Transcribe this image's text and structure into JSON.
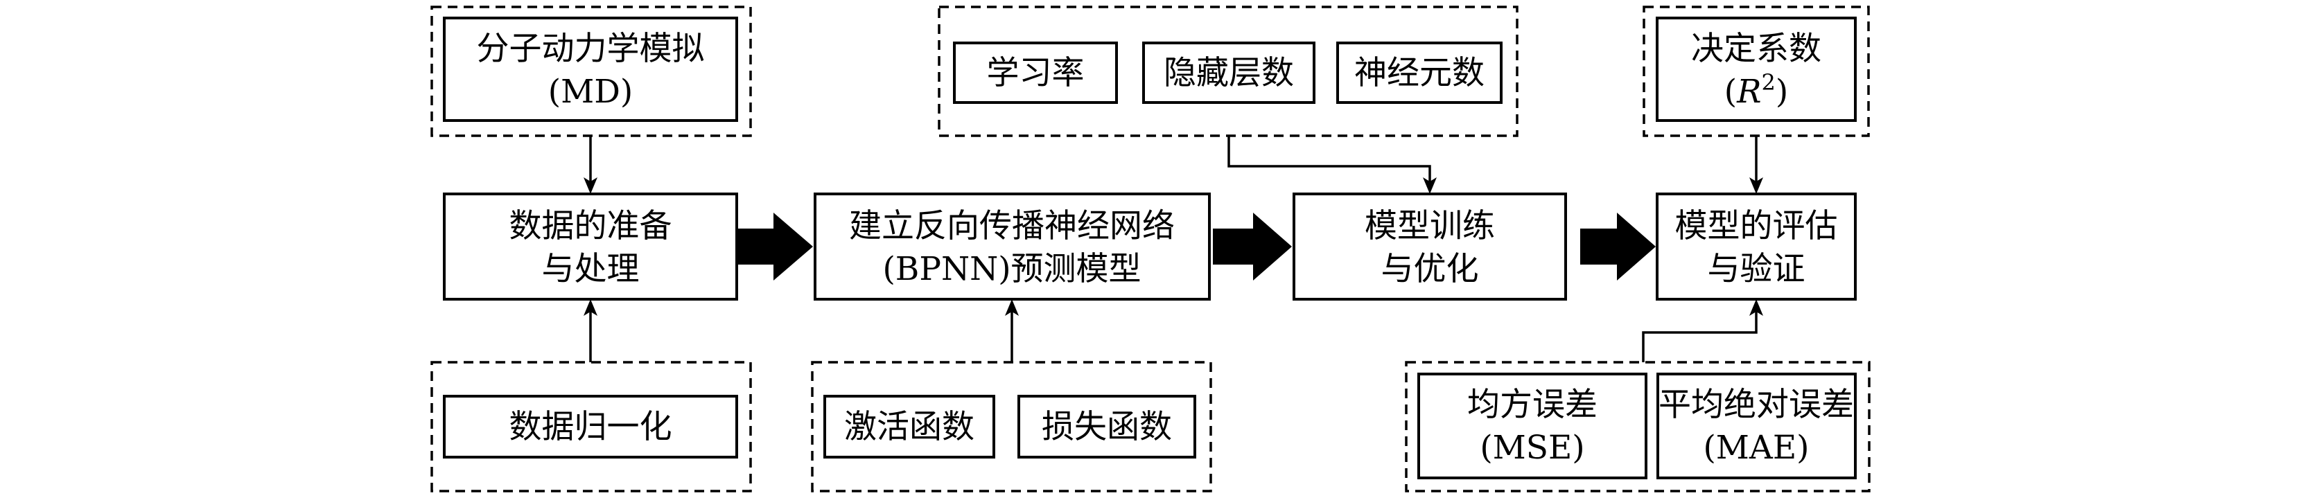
{
  "md_group": {
    "line1": "分子动力学模拟",
    "line2": "(MD)"
  },
  "training_params": {
    "learning_rate": "学习率",
    "hidden_layers": "隐藏层数",
    "neurons": "神经元数"
  },
  "metric_r2": {
    "line1": "决定系数",
    "line2_var": "R",
    "line2_sup": "2"
  },
  "steps": {
    "data_prep": {
      "line1": "数据的准备",
      "line2": "与处理"
    },
    "build_model": {
      "line1": "建立反向传播神经网络",
      "line2": "(BPNN)预测模型"
    },
    "train": {
      "line1": "模型训练",
      "line2": "与优化"
    },
    "evaluate": {
      "line1": "模型的评估",
      "line2": "与验证"
    }
  },
  "normalization": {
    "label": "数据归一化"
  },
  "functions": {
    "activation": "激活函数",
    "loss": "损失函数"
  },
  "error_metrics": {
    "mse": {
      "line1": "均方误差",
      "line2": "(MSE)"
    },
    "mae": {
      "line1": "平均绝对误差",
      "line2": "(MAE)"
    }
  }
}
